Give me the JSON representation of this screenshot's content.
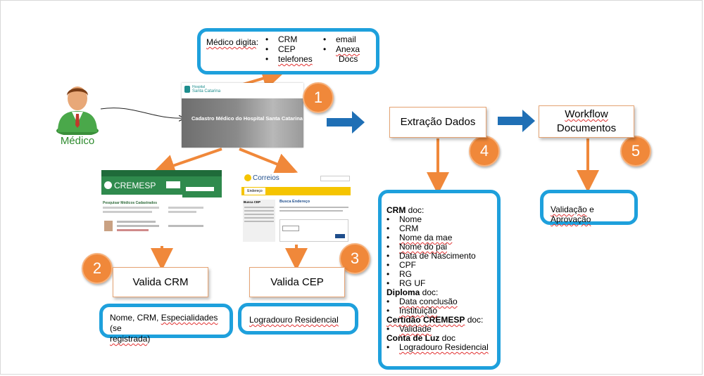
{
  "actor": {
    "label": "Médico",
    "label_color": "#2e8b2e"
  },
  "colors": {
    "accent_cyan": "#1ea0dc",
    "orange": "#f0883a",
    "blue_arrow": "#1f6fb5"
  },
  "input_box": {
    "title": "Médico digita",
    "col1": [
      "CRM",
      "CEP",
      "telefones"
    ],
    "col2": [
      "email",
      "Anexa"
    ],
    "col2_extra": "Docs"
  },
  "form_thumb": {
    "logo_line1": "Hospital",
    "logo_line2": "Santa Catarina",
    "banner": "Cadastro Médico do Hospital Santa Catarina"
  },
  "cremesp_thumb": {
    "logo": "CREMESP",
    "heading": "Pesquisar Médicos Cadastrados"
  },
  "correios_thumb": {
    "logo": "Correios",
    "tab": "Endereço",
    "title": "Busca Endereço",
    "side_title": "Busca CEP"
  },
  "steps": {
    "s1": "1",
    "s2": "2",
    "s3": "3",
    "s4": "4",
    "s5": "5",
    "valida_crm": "Valida CRM",
    "valida_cep": "Valida CEP",
    "extracao": "Extração Dados",
    "workflow_l1": "Workflow",
    "workflow_l2": "Documentos"
  },
  "results": {
    "crm_a": "Nome, CRM, ",
    "crm_b": "Especialidades",
    "crm_c": " (se",
    "crm_d": "registrada",
    "crm_e": ")",
    "cep": "Logradouro Residencial",
    "validacao": "Validação",
    "e": " e ",
    "aprovacao": "Aprovação"
  },
  "docs": {
    "crm_head_b": "CRM",
    "crm_head": " doc:",
    "crm_items": [
      "Nome",
      "CRM",
      "Nome da mae",
      "Nome do pai",
      "Data de Nascimento",
      "CPF",
      "RG",
      "RG UF"
    ],
    "diploma_head_b": "Diploma",
    "diploma_head": " doc:",
    "diploma_items": [
      "Data conclusão",
      "Instituição"
    ],
    "certidao_head_b": "Certidão CREMESP",
    "certidao_head": " doc:",
    "certidao_items": [
      "Validade"
    ],
    "luz_head_b": "Conta de Luz",
    "luz_head": " doc",
    "luz_items": [
      "Logradouro Residencial"
    ]
  }
}
